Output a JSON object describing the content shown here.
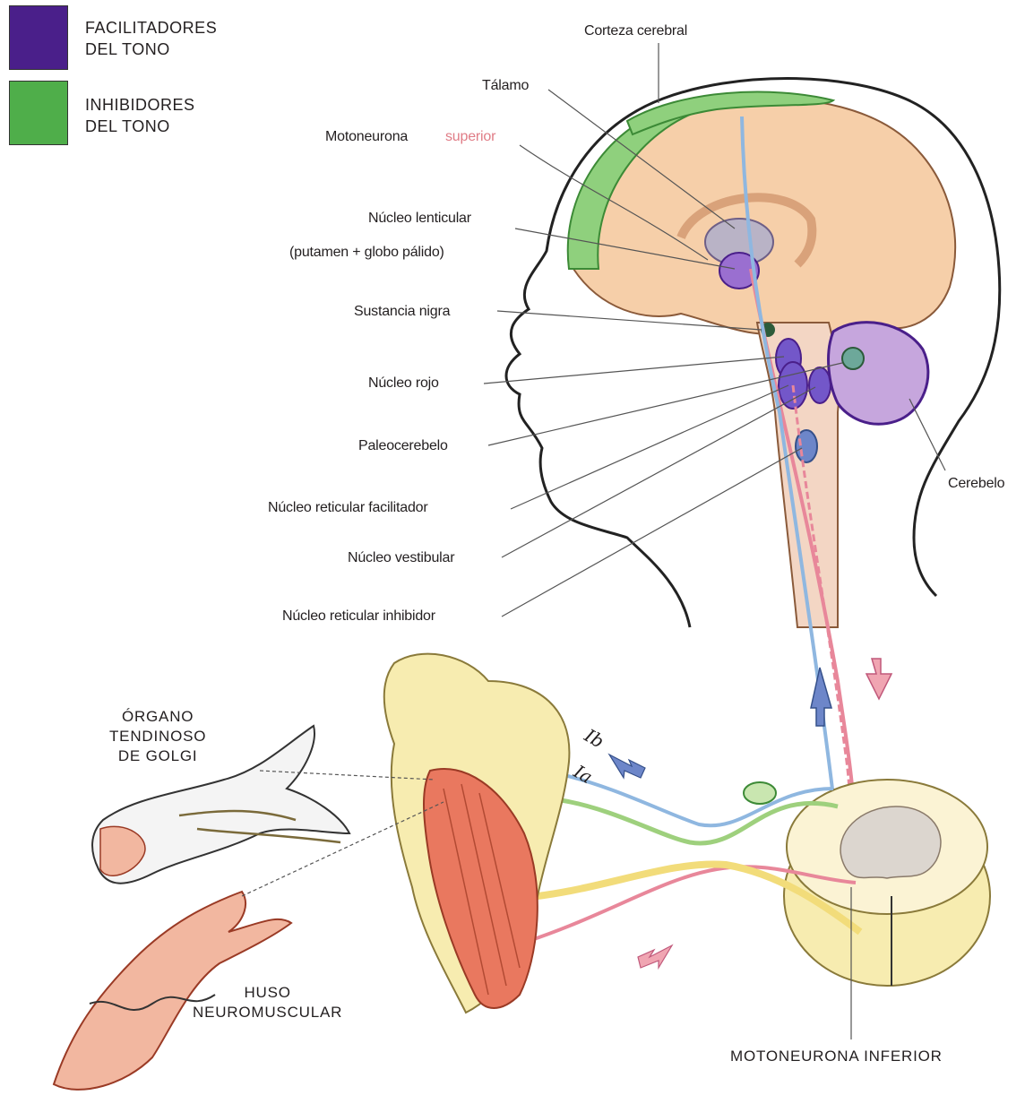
{
  "legend": [
    {
      "text_line1": "FACILITADORES",
      "text_line2": "DEL TONO",
      "color": "#4a1f8a"
    },
    {
      "text_line1": "INHIBIDORES",
      "text_line2": "DEL TONO",
      "color": "#4fae4a"
    }
  ],
  "labels": {
    "corteza_cerebral": "Corteza cerebral",
    "talamo": "Tálamo",
    "motoneurona_superior_a": "Motoneurona",
    "motoneurona_superior_b": "superior",
    "nucleo_lenticular": "Núcleo lenticular",
    "putamen_globo": "(putamen + globo pálido)",
    "sustancia_nigra": "Sustancia nigra",
    "nucleo_rojo": "Núcleo rojo",
    "paleocerebelo": "Paleocerebelo",
    "nucleo_reticular_facilitador": "Núcleo reticular facilitador",
    "nucleo_vestibular": "Núcleo vestibular",
    "nucleo_reticular_inhibidor": "Núcleo reticular inhibidor",
    "cerebelo": "Cerebelo",
    "organo_tendinoso": "ÓRGANO\nTENDINOSO\nDE GOLGI",
    "huso_neuromuscular": "HUSO\nNEUROMUSCULAR",
    "motoneurona_inferior": "MOTONEURONA INFERIOR",
    "fiber_ib": "Ib",
    "fiber_ia": "Ia"
  },
  "colors": {
    "facilitator": "#4a1f8a",
    "inhibitor": "#4fae4a",
    "brain": "#f6cfa9",
    "pathway_pink": "#e8879a",
    "pathway_blue": "#8fb7e0",
    "muscle": "#e9785f",
    "bone": "#f7ecb0"
  }
}
